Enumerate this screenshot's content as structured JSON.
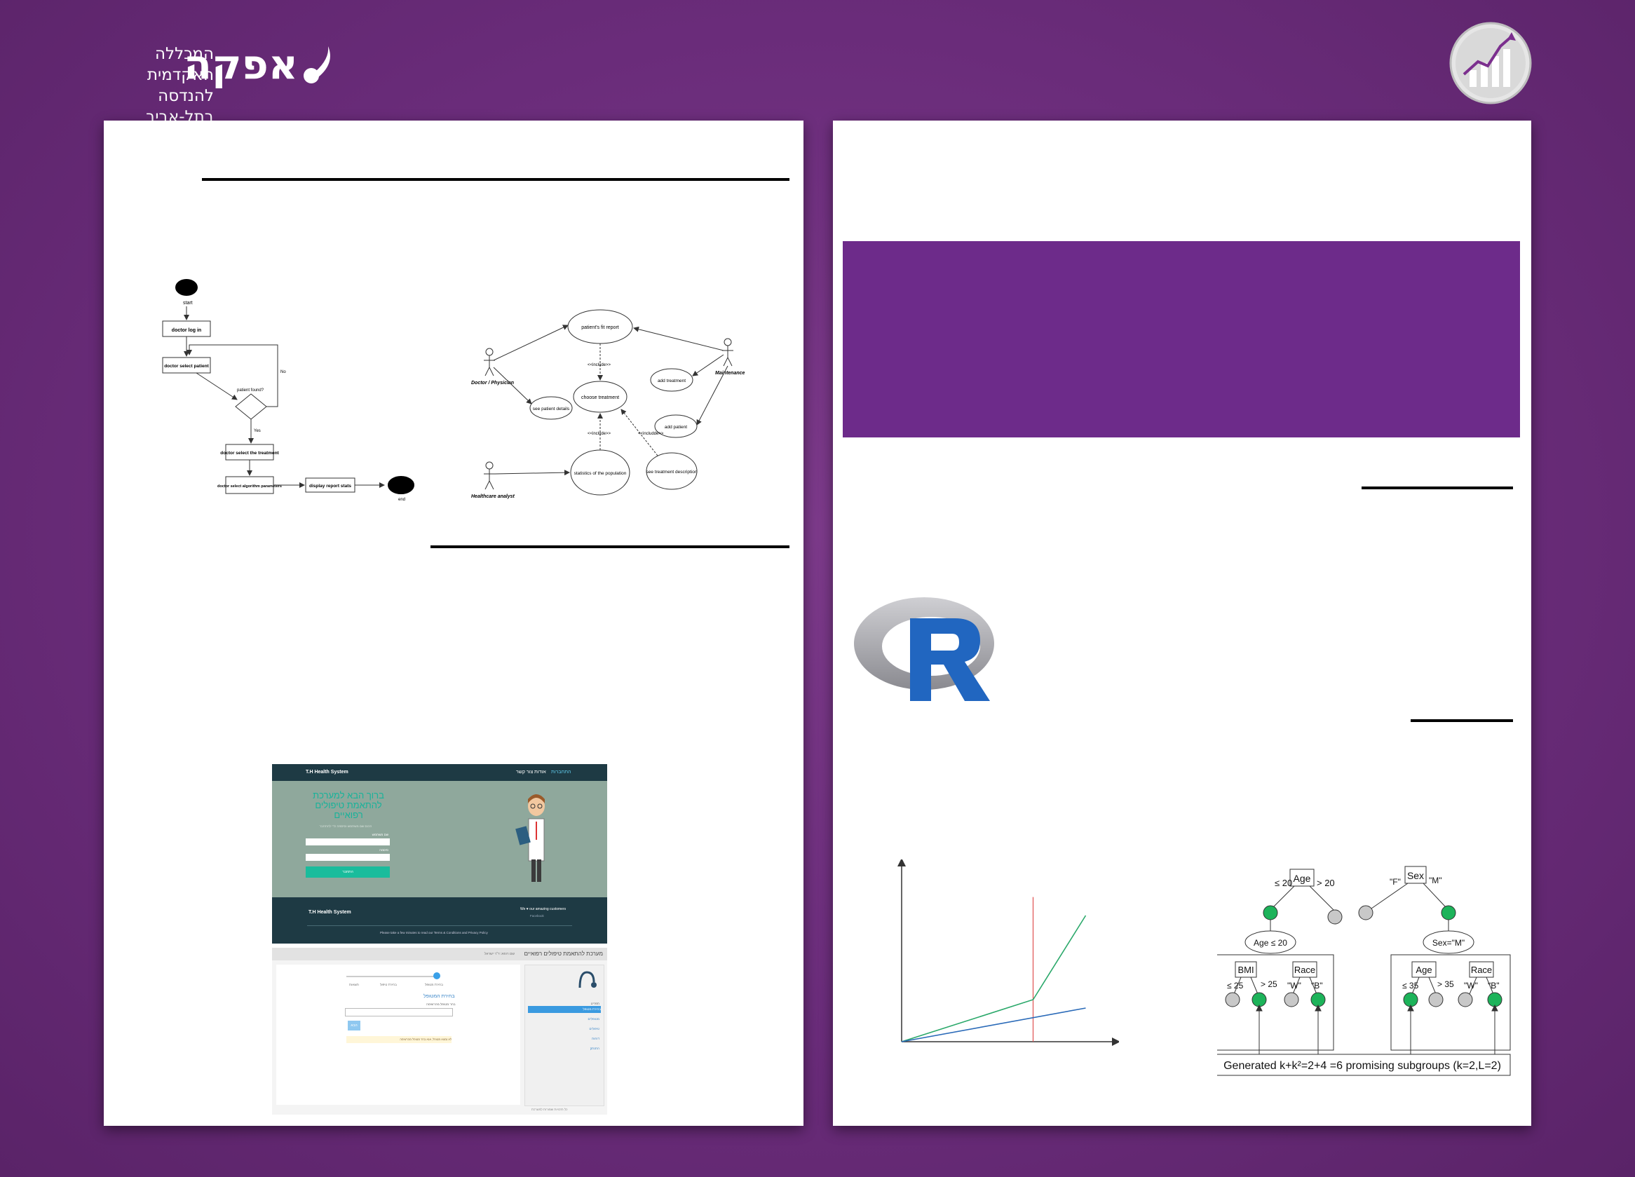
{
  "header": {
    "logo_word": "אפקה",
    "logo_line1": "המכללה האקדמית",
    "logo_line2": "להנדסה בתל-אביב"
  },
  "activity_diagram": {
    "start": "start",
    "end": "end",
    "steps": [
      "doctor log in",
      "doctor select patient",
      "doctor select the treatment",
      "doctor select algorithm parameters",
      "display report stats"
    ],
    "decision": "patient found?",
    "yes": "Yes",
    "no": "No"
  },
  "usecase_diagram": {
    "actors": [
      "Doctor / Physician",
      "Maintenance",
      "Healthcare analyst"
    ],
    "cases": [
      "patient's fit report",
      "choose treatment",
      "see patient details",
      "add treatment",
      "add patient",
      "statistics of the population",
      "see treatment description"
    ],
    "include": "<<include>>",
    "include2": "<<includde>>"
  },
  "screens": {
    "brand": "T.H Health System",
    "nav": [
      "צור קשר",
      "אודות",
      "התחברות"
    ],
    "welcome": "ברוך הבא למערכת להתאמת טיפולים רפואיים",
    "subtitle": "הכנס שם משתמש וסיסמה כדי להתחבר",
    "username_label": "שם משתמש",
    "password_label": "סיסמה",
    "login_button": "התחבר",
    "footer_brand": "T.H Health System",
    "footer_right": "We ♥ our amazing customers",
    "footer_right2": "Facebook",
    "footer_note": "Please take a few minutes to read our Terms & Conditions and Privacy Policy",
    "app_header": "מערכת להתאמת טיפולים רפואיים",
    "app_header_small": "שם רופא: ד\"ר ישראל",
    "steps": [
      "בחירת מטופל",
      "בחירת טיפול",
      "תוצאות"
    ],
    "section_title": "בחירת המטופל",
    "select_label": "בחר מטופל מהרשימה",
    "next_button": "הבא",
    "warning": "לא נמצא מטופל, אנא בחר מטופל מהרשימה",
    "side_title": "תפריט",
    "side_items": [
      "בחירת מטופל",
      "מטופלים",
      "טיפולים",
      "דוחות",
      "התנתק"
    ],
    "bottom_note": "כל הזכויות שמורות למערכת"
  },
  "tree_diagram": {
    "left_root": "Age",
    "left_le": "≤ 20",
    "left_gt": "> 20",
    "left_cond": "Age ≤ 20",
    "left_a": "BMI",
    "left_b": "Race",
    "bmi_le": "≤ 25",
    "bmi_gt": "> 25",
    "race_w": "\"W\"",
    "race_b": "\"B\"",
    "right_root": "Sex",
    "sex_f": "\"F\"",
    "sex_m": "\"M\"",
    "right_cond": "Sex=\"M\"",
    "right_a": "Age",
    "right_b": "Race",
    "age_le": "≤ 35",
    "age_gt": "> 35",
    "caption": "Generated  k+k²=2+4 =6 promising subgroups (k=2,L=2)"
  },
  "chart_data": {
    "type": "line",
    "series": [
      {
        "values": [
          [
            0,
            0
          ],
          [
            10,
            2
          ],
          [
            14,
            6
          ]
        ]
      },
      {
        "values": [
          [
            0,
            0
          ],
          [
            14,
            1.6
          ]
        ]
      }
    ],
    "vline_x": 10,
    "xlim": [
      0,
      16
    ],
    "ylim": [
      0,
      8
    ],
    "grid": false
  },
  "colors": {
    "background": "#6b2d7b",
    "band": "#6d2b8a",
    "green_node": "#1db35a",
    "gray_node": "#c8c8c8",
    "r_blue": "#2166c0"
  }
}
